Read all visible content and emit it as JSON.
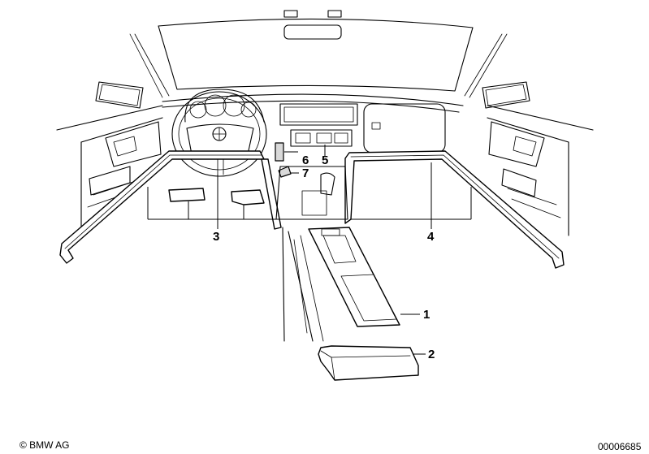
{
  "callouts": [
    {
      "id": "1",
      "text": "1"
    },
    {
      "id": "2",
      "text": "2"
    },
    {
      "id": "3",
      "text": "3"
    },
    {
      "id": "4",
      "text": "4"
    },
    {
      "id": "5",
      "text": "5"
    },
    {
      "id": "6",
      "text": "6"
    },
    {
      "id": "7",
      "text": "7"
    }
  ],
  "footer": {
    "copyright": "© BMW AG",
    "diagram_number": "00006685"
  }
}
